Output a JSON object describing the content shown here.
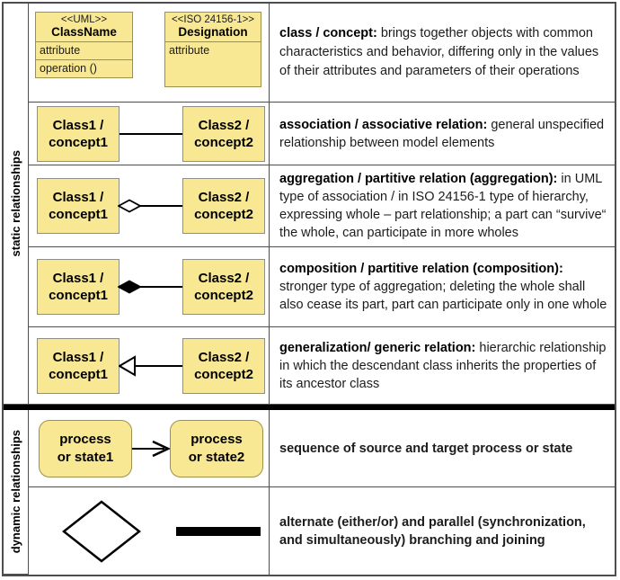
{
  "sections": {
    "static_label": "static relationships",
    "dynamic_label": "dynamic relationships"
  },
  "colors": {
    "box_fill": "#F8E893",
    "olive_border": "#9C9148",
    "grey_border": "#8F8F88",
    "grid_line": "#4E4E4E",
    "section_divider": "#000000"
  },
  "class_pair": {
    "left_line1": "Class1 /",
    "left_line2": "concept1",
    "right_line1": "Class2 /",
    "right_line2": "concept2"
  },
  "row_class": {
    "uml_stereotype": "<<UML>>",
    "uml_name": "ClassName",
    "uml_attribute": "attribute",
    "uml_operation": "operation ()",
    "iso_stereotype": "<<ISO 24156-1>>",
    "iso_name": "Designation",
    "iso_attribute": "attribute",
    "desc_bold": "class / concept:",
    "desc_rest": " brings together objects with common characteristics and behavior, differing only in the values of their attributes and parameters of their operations"
  },
  "row_association": {
    "desc_bold": "association / associative relation:",
    "desc_rest": " general unspecified relationship between model elements"
  },
  "row_aggregation": {
    "desc_bold": "aggregation / partitive relation (aggregation):",
    "desc_rest": " in UML type of association / in ISO 24156-1 type of hierarchy, expressing whole – part relationship; a part can “survive“ the whole, can participate in more wholes"
  },
  "row_composition": {
    "desc_bold": "composition / partitive relation (composition):",
    "desc_rest": " stronger type of aggregation; deleting the whole shall also cease its part, part can participate only in one whole"
  },
  "row_generalization": {
    "desc_bold": "generalization/ generic relation:",
    "desc_rest": " hierarchic relationship in which the descendant class inherits the properties of its ancestor class"
  },
  "row_sequence": {
    "left_line1": "process",
    "left_line2": "or state1",
    "right_line1": "process",
    "right_line2": "or state2",
    "desc": "sequence of source and target process or state"
  },
  "row_branching": {
    "desc": "alternate (either/or) and parallel (synchronization, and simultaneously) branching and joining"
  }
}
